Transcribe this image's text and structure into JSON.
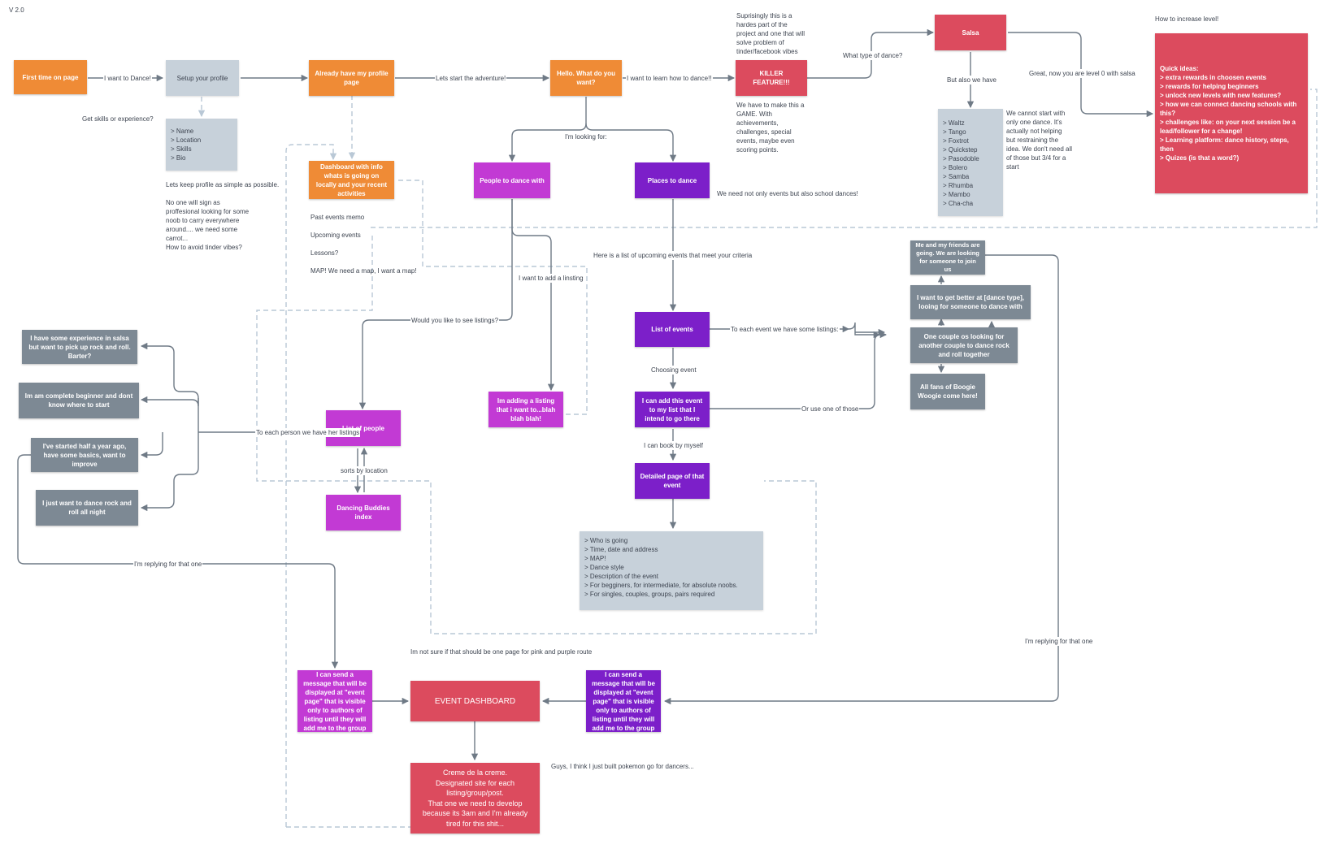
{
  "version": "V 2.0",
  "colors": {
    "orange": "#ef8b36",
    "red": "#dc4b5e",
    "magenta": "#c23ad4",
    "purple": "#7c1fc9",
    "slate": "#7d8994",
    "light": "#c7d1da",
    "line": "#6f7a86",
    "dash": "#b9c8d6"
  },
  "nodes": {
    "first_time": "First time on page",
    "setup_profile": "Setup your profile",
    "profile_fields": "> Name\n> Location\n> Skills\n> Bio",
    "already_profile": "Already have my profile page",
    "hello": "Hello. What do you want?",
    "killer_feature": "KILLER FEATURE!!!",
    "salsa": "Salsa",
    "dance_list": "> Waltz\n> Tango\n> Foxtrot\n> Quickstep\n> Pasodoble\n > Bolero\n> Samba\n> Rhumba\n> Mambo\n> Cha-cha",
    "quick_ideas": "Quick ideas:\n> extra rewards in choosen events\n> rewards for helping beginners\n> unlock new levels with new features?\n> how we can connect dancing schools with this?\n> challenges like: on your next session be a lead/follower for a change!\n> Learning platform: dance history, steps, then\n> Quizes (is that a word?)",
    "dashboard": "Dashboard with info whats is going on locally and your recent activities",
    "people_to_dance": "People to dance with",
    "places_to_dance": "Places to dance",
    "friends_going": "Me and my friends are going. We are looking for someone to join us",
    "want_better": "I want to get better at [dance type], looing for someone to dance with",
    "one_couple": "One couple os looking for another couple to dance rock and roll together",
    "all_fans": "All fans of Boogie Woogie come here!",
    "list_of_events": "List of events",
    "add_event": "I can add this event to my list that I intend to go there",
    "detailed_page": "Detailed page of that event",
    "event_details": "> Who is going\n> Time, date and address\n> MAP!\n> Dance style\n> Description of the event\n> For begginers, for intermediate, for absolute noobs.\n> For singles, couples, groups, pairs required",
    "adding_listing": "Im adding a listing that i want to...blah blah blah!",
    "list_of_people": "List of people",
    "dancing_buddies": "Dancing Buddies index",
    "exp_salsa": "I have some experience in salsa but want to pick up rock and roll. Barter?",
    "complete_beginner": "Im am complete beginner and dont know where to start",
    "half_year": "I've started half a year ago, have some basics, want to improve",
    "dance_all_night": "I just want to dance rock and roll all night",
    "send_message_pink": "I can send a message that will be displayed at \"event page\" that is visible only to authors of listing until they will add me to the group",
    "event_dashboard": "EVENT DASHBOARD",
    "send_message_purple": "I can send a message that will be displayed at \"event page\" that is visible only to authors of listing until they will add me to the group",
    "creme": "Creme de la creme.\nDesignated site for each listing/group/post.\nThat one we need to develop because its 3am and I'm already tired for this shit..."
  },
  "edge_labels": {
    "want_dance": "I want to Dance!",
    "start_adventure": "Lets start the adventure!",
    "learn_dance": "I want to learn how to dance!!",
    "what_type": "What type of dance?",
    "also_have": "But also we have",
    "level_zero": "Great, now you are level 0 with salsa",
    "get_skills": "Get skills or experience?",
    "looking_for": "I'm looking for:",
    "add_listing": "I want to add a linsting",
    "would_like": "Would you like to see listings?",
    "upcoming_list": "Here is a list of upcoming events that meet your criteria",
    "each_event": "To each event we have some listings:",
    "choosing_event": "Choosing event",
    "or_use": "Or use one of those",
    "book_myself": "I can book by myself",
    "each_person": "To each person we have her listings",
    "sorts_location": "sorts by location",
    "replying_left": "I'm replying for that one",
    "replying_right": "I'm replying for that one"
  },
  "notes": {
    "surprisingly": "Suprisingly this is a\nhardes part of the\nproject and one that will\nsolve problem of\ntinder/facebook vibes",
    "game": "We have to make this a\nGAME. With\nachievements,\nchallenges, special\nevents, maybe even\nscoring points.",
    "cannot_start": "We cannot start with\nonly one dance. It's\nactually not helping\nbut restraining the\nidea. We don't need all\nof those but 3/4 for a\nstart",
    "how_increase": "How to increase level!",
    "keep_profile": "Lets keep profile as simple as possible.\n\nNo one will sign as\nproffesional looking for some\nnoob to carry everywhere\naround.... we need some\ncarrot...\nHow to avoid tinder vibes?",
    "past_events": "Past events memo",
    "upcoming_events": "Upcoming events",
    "lessons": "Lessons?",
    "map": "MAP! We need a map, I want a map!",
    "school_dances": "We need not only events but also school dances!",
    "not_sure": "Im not sure if that should be one page for pink and purple route",
    "pokemon": "Guys, I think I just built pokemon go for dancers..."
  }
}
